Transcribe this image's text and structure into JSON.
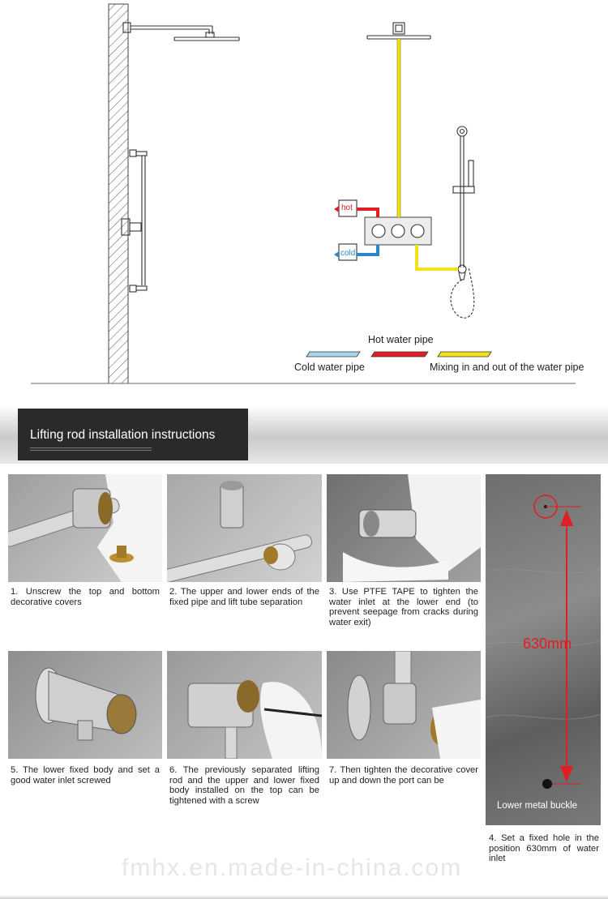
{
  "diagram": {
    "labels": {
      "hot": "hot",
      "cold": "cold"
    },
    "legend": {
      "hot_water_pipe": "Hot water pipe",
      "cold_water_pipe": "Cold water pipe",
      "mixing_pipe": "Mixing in and out of the water pipe"
    },
    "colors": {
      "hot": "#e01e24",
      "cold": "#2a87cc",
      "mixing": "#f2e21a",
      "cold_swatch": "#a9d6ee"
    }
  },
  "banner": {
    "title": "Lifting rod installation instructions"
  },
  "steps": [
    {
      "caption": "1. Unscrew the top and bottom decorative covers"
    },
    {
      "caption": "2. The upper and lower ends of the fixed pipe and lift tube separation"
    },
    {
      "caption": "3. Use PTFE TAPE to tighten the water inlet at the lower end (to prevent seepage from cracks during water exit)"
    },
    {
      "caption": "5. The lower fixed body and set a good water inlet screwed"
    },
    {
      "caption": "6. The previously separated lifting rod and the upper and lower fixed body installed on the top can be tightened with a screw"
    },
    {
      "caption": "7. Then tighten the decorative cover up and down the port can be"
    }
  ],
  "measure": {
    "distance": "630mm",
    "bottom_label": "Lower metal buckle",
    "caption": "4. Set a fixed hole in the position 630mm of water inlet"
  },
  "watermark": "fmhx.en.made-in-china.com"
}
